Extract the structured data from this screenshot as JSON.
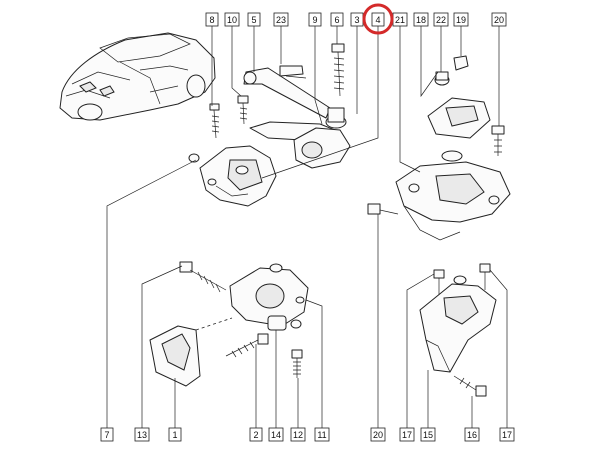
{
  "diagram": {
    "top_callouts": [
      {
        "id": "top-8",
        "label": "8"
      },
      {
        "id": "top-10",
        "label": "10"
      },
      {
        "id": "top-5",
        "label": "5"
      },
      {
        "id": "top-23",
        "label": "23"
      },
      {
        "id": "top-9",
        "label": "9"
      },
      {
        "id": "top-6",
        "label": "6"
      },
      {
        "id": "top-3",
        "label": "3"
      },
      {
        "id": "top-4",
        "label": "4"
      },
      {
        "id": "top-21",
        "label": "21"
      },
      {
        "id": "top-18",
        "label": "18"
      },
      {
        "id": "top-22",
        "label": "22"
      },
      {
        "id": "top-19",
        "label": "19"
      },
      {
        "id": "top-20",
        "label": "20"
      }
    ],
    "bottom_callouts": [
      {
        "id": "bot-7",
        "label": "7"
      },
      {
        "id": "bot-13",
        "label": "13"
      },
      {
        "id": "bot-1",
        "label": "1"
      },
      {
        "id": "bot-2",
        "label": "2"
      },
      {
        "id": "bot-14",
        "label": "14"
      },
      {
        "id": "bot-12",
        "label": "12"
      },
      {
        "id": "bot-11",
        "label": "11"
      },
      {
        "id": "bot-20",
        "label": "20"
      },
      {
        "id": "bot-17a",
        "label": "17"
      },
      {
        "id": "bot-15",
        "label": "15"
      },
      {
        "id": "bot-16",
        "label": "16"
      },
      {
        "id": "bot-17b",
        "label": "17"
      }
    ],
    "highlighted_label": "4",
    "highlight_color": "#d42a2a"
  }
}
